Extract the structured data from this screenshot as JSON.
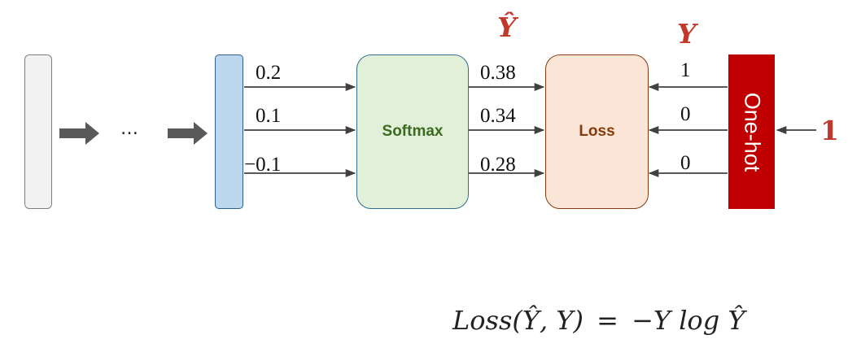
{
  "ellipsis": "…",
  "softmax": {
    "label": "Softmax",
    "inputs": [
      "0.2",
      "0.1",
      "−0.1"
    ],
    "outputs": [
      "0.38",
      "0.34",
      "0.28"
    ]
  },
  "loss": {
    "label": "Loss"
  },
  "onehot": {
    "label": "One-hot",
    "input": "1",
    "outputs": [
      "1",
      "0",
      "0"
    ]
  },
  "labels": {
    "y_hat": "Ŷ",
    "y": "Y"
  },
  "formula": {
    "lhs": "Loss(Ŷ, Y)",
    "eq": "=",
    "rhs": "−Y log Ŷ"
  },
  "colors": {
    "input_box": "#f2f2f2",
    "logit_box": "#bdd7ee",
    "softmax_box": "#e2f0d9",
    "softmax_text": "#3b6b1f",
    "loss_box": "#fbe5d6",
    "loss_text": "#843c0c",
    "onehot_box": "#c00000",
    "accent_red": "#c0392b",
    "arrow": "#404040"
  }
}
